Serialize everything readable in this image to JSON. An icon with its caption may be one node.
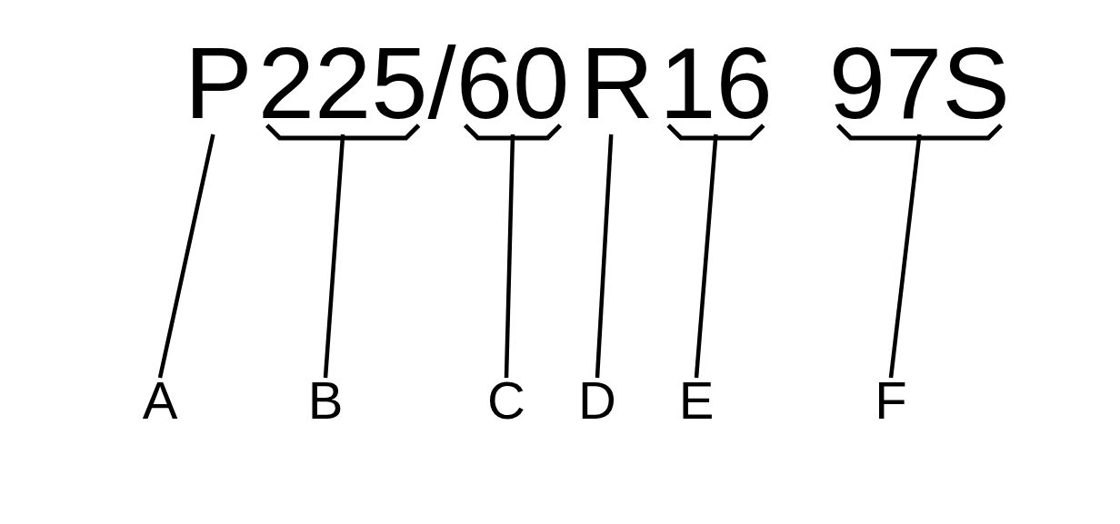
{
  "diagram": {
    "nodes": [
      {
        "text": [
          "P"
        ]
      },
      {
        "text": [
          "225"
        ]
      },
      {
        "text": [
          "60"
        ]
      },
      {
        "text": [
          "R"
        ]
      },
      {
        "text": [
          "16"
        ]
      },
      {
        "text": [
          "97S"
        ]
      },
      {
        "text": [
          "A"
        ]
      },
      {
        "text": [
          "B"
        ]
      },
      {
        "text": [
          "C"
        ]
      },
      {
        "text": [
          "D"
        ]
      },
      {
        "text": [
          "E"
        ]
      },
      {
        "text": [
          "F"
        ]
      }
    ],
    "edges": [
      {
        "from": 6,
        "to": 0,
        "arrow": "none"
      },
      {
        "from": 7,
        "to": 1,
        "arrow": "none"
      },
      {
        "from": 8,
        "to": 2,
        "arrow": "none"
      },
      {
        "from": 9,
        "to": 3,
        "arrow": "none"
      },
      {
        "from": 10,
        "to": 4,
        "arrow": "none"
      },
      {
        "from": 11,
        "to": 5,
        "arrow": "none"
      }
    ],
    "labels": [
      "/"
    ]
  }
}
